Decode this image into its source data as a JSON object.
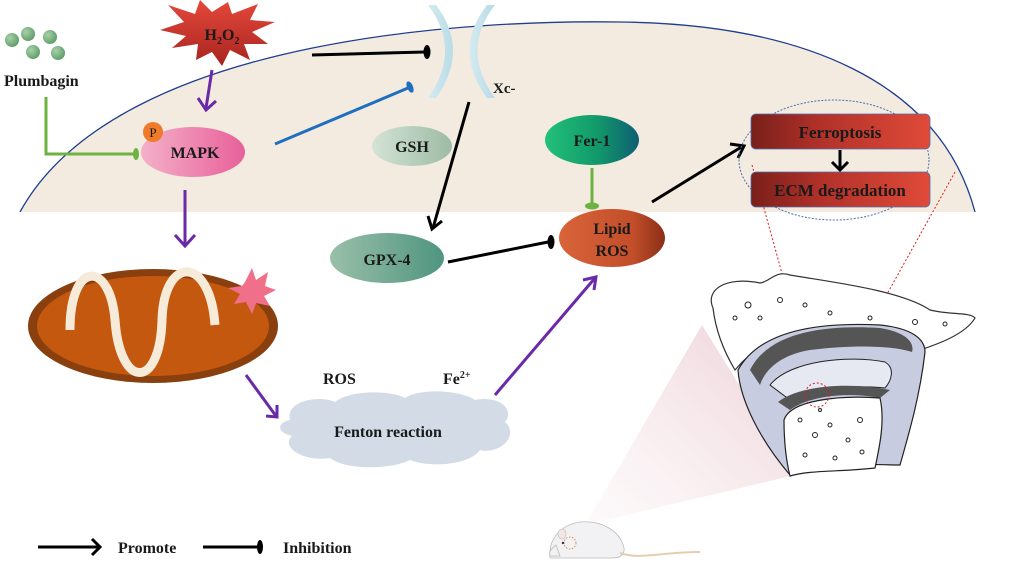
{
  "diagram": {
    "cell_compartment": "cytoplasm",
    "nodes": {
      "plumbagin": "Plumbagin",
      "h2o2_main": "H",
      "h2o2_sub1": "2",
      "h2o2_mid": "O",
      "h2o2_sub2": "2",
      "phospho": "P",
      "mapk": "MAPK",
      "xc": "Xc-",
      "gsh": "GSH",
      "gpx4": "GPX-4",
      "fer1": "Fer-1",
      "lipid_ros_line1": "Lipid",
      "lipid_ros_line2": "ROS",
      "ferroptosis": "Ferroptosis",
      "ecm": "ECM degradation",
      "ros": "ROS",
      "fe_main": "Fe",
      "fe_sup": "2+",
      "fenton": "Fenton reaction"
    },
    "edges": [
      {
        "from": "H2O2",
        "to": "MAPK",
        "type": "promote",
        "color": "#6a2aa8"
      },
      {
        "from": "H2O2",
        "to": "Xc-",
        "type": "inhibition",
        "color": "#000000"
      },
      {
        "from": "Plumbagin",
        "to": "MAPK",
        "type": "inhibition",
        "color": "#6db33f"
      },
      {
        "from": "MAPK",
        "to": "Xc-",
        "type": "inhibition",
        "color": "#1f6fc0"
      },
      {
        "from": "MAPK",
        "to": "Mitochondrion",
        "type": "promote",
        "color": "#6a2aa8"
      },
      {
        "from": "Xc-",
        "to": "GPX-4",
        "type": "promote",
        "color": "#000000"
      },
      {
        "from": "GPX-4",
        "to": "Lipid ROS",
        "type": "inhibition",
        "color": "#000000"
      },
      {
        "from": "Fer-1",
        "to": "Lipid ROS",
        "type": "inhibition",
        "color": "#6db33f"
      },
      {
        "from": "Mitochondrion",
        "to": "Fenton reaction",
        "type": "promote",
        "color": "#6a2aa8"
      },
      {
        "from": "Fenton reaction",
        "to": "Lipid ROS",
        "type": "promote",
        "color": "#6a2aa8"
      },
      {
        "from": "Lipid ROS",
        "to": "Ferroptosis",
        "type": "promote",
        "color": "#000000"
      },
      {
        "from": "Ferroptosis",
        "to": "ECM degradation",
        "type": "promote",
        "color": "#000000"
      }
    ],
    "legend": {
      "promote": "Promote",
      "inhibition": "Inhibition"
    },
    "colors": {
      "cell": "#f3ebe0",
      "membrane": "#1e3f8f",
      "h2o2": "#c8342a",
      "mapk": "#ec6a9c",
      "phospho": "#ef7a2a",
      "gsh": "#b4cbb8",
      "gpx4": "#5f9a86",
      "fer1": "#1fa06a",
      "lipid_ros": "#c9502e",
      "ferroptosis_box": "#b2322a",
      "mitochondrion_outer": "#8a3f0f",
      "mitochondrion_inner": "#c4580f",
      "fenton_cloud": "#d3dbe6",
      "purple_arrow": "#6a2aa8",
      "green_inhibit": "#6db33f",
      "blue_inhibit": "#1f6fc0"
    }
  }
}
